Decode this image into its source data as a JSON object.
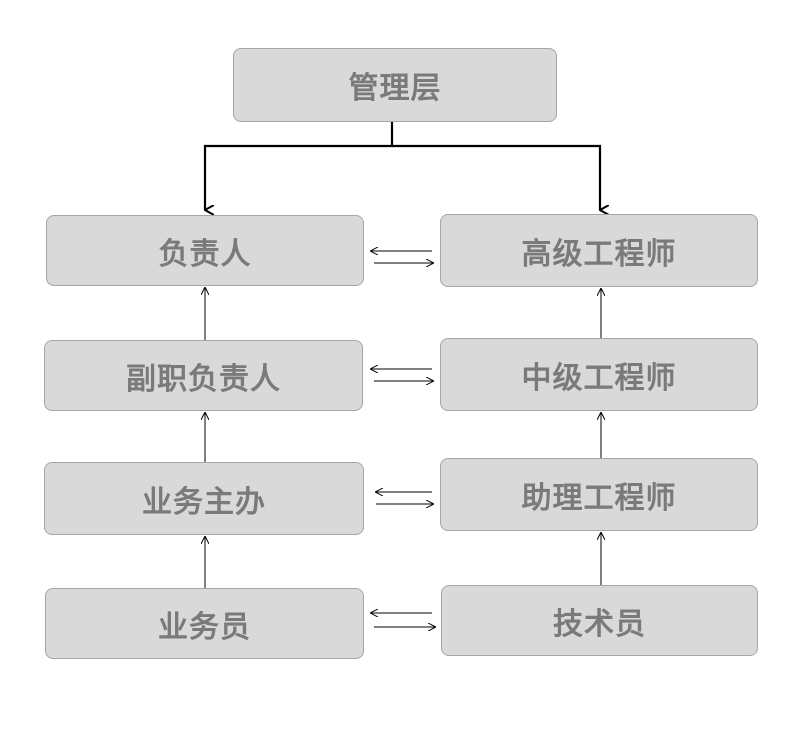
{
  "org_chart": {
    "top": {
      "label": "管理层"
    },
    "left_column": [
      {
        "label": "负责人"
      },
      {
        "label": "副职负责人"
      },
      {
        "label": "业务主办"
      },
      {
        "label": "业务员"
      }
    ],
    "right_column": [
      {
        "label": "高级工程师"
      },
      {
        "label": "中级工程师"
      },
      {
        "label": "助理工程师"
      },
      {
        "label": "技术员"
      }
    ]
  },
  "colors": {
    "box_fill": "#d9d9d9",
    "box_border": "#a6a6a6",
    "text": "#7a7a7a",
    "arrow": "#000000"
  }
}
